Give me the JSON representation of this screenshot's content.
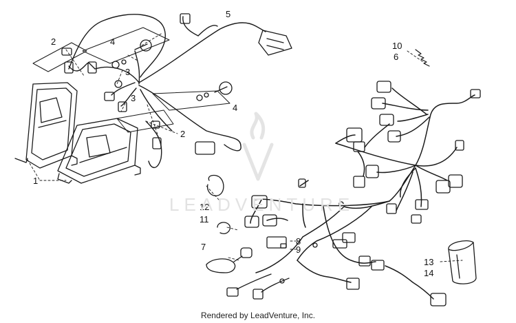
{
  "footer_text": "Rendered by LeadVenture, Inc.",
  "watermark_text": "LEADVENTURE",
  "callouts": [
    "1",
    "2",
    "2",
    "3",
    "3",
    "4",
    "4",
    "5",
    "6",
    "7",
    "8",
    "9",
    "10",
    "11",
    "12",
    "13",
    "14"
  ],
  "colors": {
    "line": "#1a1a1a",
    "watermark": "#e2e2e2",
    "background": "#ffffff"
  }
}
